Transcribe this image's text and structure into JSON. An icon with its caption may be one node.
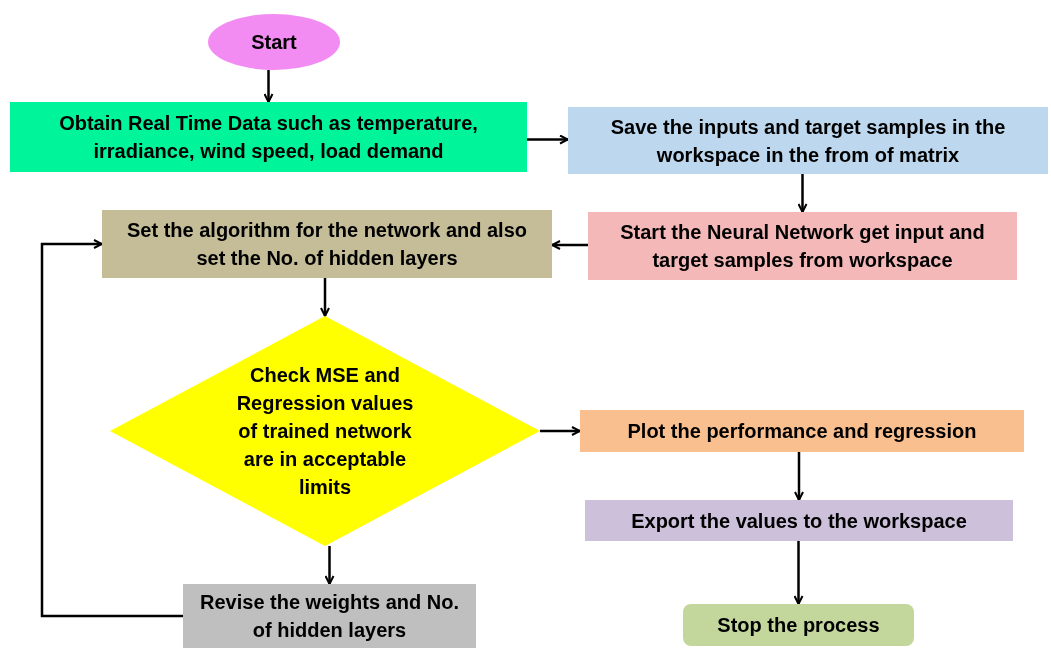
{
  "diagram": {
    "nodes": [
      {
        "text": [
          "Start"
        ]
      },
      {
        "text": [
          "Obtain Real Time Data such as temperature, irradiance, wind speed, load demand"
        ]
      },
      {
        "text": [
          "Save the inputs and target samples in the workspace in the from of matrix"
        ]
      },
      {
        "text": [
          "Start the Neural Network get input and target samples from workspace"
        ]
      },
      {
        "text": [
          "Set the algorithm for the network and also set the No. of hidden layers"
        ]
      },
      {
        "text": [
          "Check MSE and Regression values of trained network are in acceptable limits"
        ]
      },
      {
        "text": [
          "Plot the performance and regression"
        ]
      },
      {
        "text": [
          "Export the values to the workspace"
        ]
      },
      {
        "text": [
          "Revise the weights and No. of hidden layers"
        ]
      },
      {
        "text": [
          "Stop the process"
        ]
      }
    ],
    "edges": [
      {
        "from": 0,
        "to": 1,
        "arrow": "to"
      },
      {
        "from": 1,
        "to": 2,
        "arrow": "to"
      },
      {
        "from": 2,
        "to": 3,
        "arrow": "to"
      },
      {
        "from": 3,
        "to": 4,
        "arrow": "to"
      },
      {
        "from": 4,
        "to": 5,
        "arrow": "to"
      },
      {
        "from": 5,
        "to": 6,
        "arrow": "to"
      },
      {
        "from": 5,
        "to": 8,
        "arrow": "to"
      },
      {
        "from": 6,
        "to": 7,
        "arrow": "to"
      },
      {
        "from": 7,
        "to": 9,
        "arrow": "to"
      },
      {
        "from": 8,
        "to": 4,
        "arrow": "to"
      }
    ]
  }
}
